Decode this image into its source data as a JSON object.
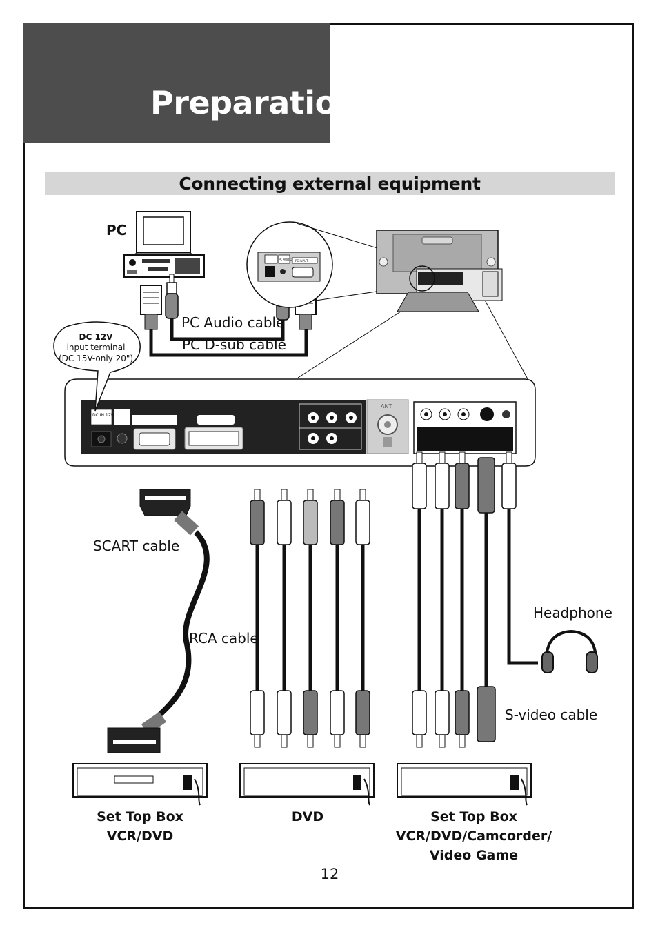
{
  "page": {
    "title": "Preparation",
    "section_title": "Connecting external equipment",
    "page_number": "12"
  },
  "labels": {
    "pc": "PC",
    "pc_audio_cable": "PC Audio cable",
    "pc_dsub_cable": "PC D-sub cable",
    "scart_cable": "SCART cable",
    "rca_cable": "RCA cable",
    "headphone": "Headphone",
    "svideo_cable": "S-video cable"
  },
  "dc_callout": {
    "title": "DC 12V",
    "line1": "input terminal",
    "line2": "(DC 15V-only 20\")"
  },
  "panel_text": {
    "dc_in": "DC IN 12V",
    "ant": "ANT",
    "pc_audio": "PC AUDIO",
    "pc_input": "PC INPUT"
  },
  "devices": {
    "device1": {
      "line1": "Set Top Box",
      "line2": "VCR/DVD"
    },
    "device2": {
      "line1": "DVD"
    },
    "device3": {
      "line1": "Set Top Box",
      "line2": "VCR/DVD/Camcorder/",
      "line3": "Video Game"
    }
  }
}
